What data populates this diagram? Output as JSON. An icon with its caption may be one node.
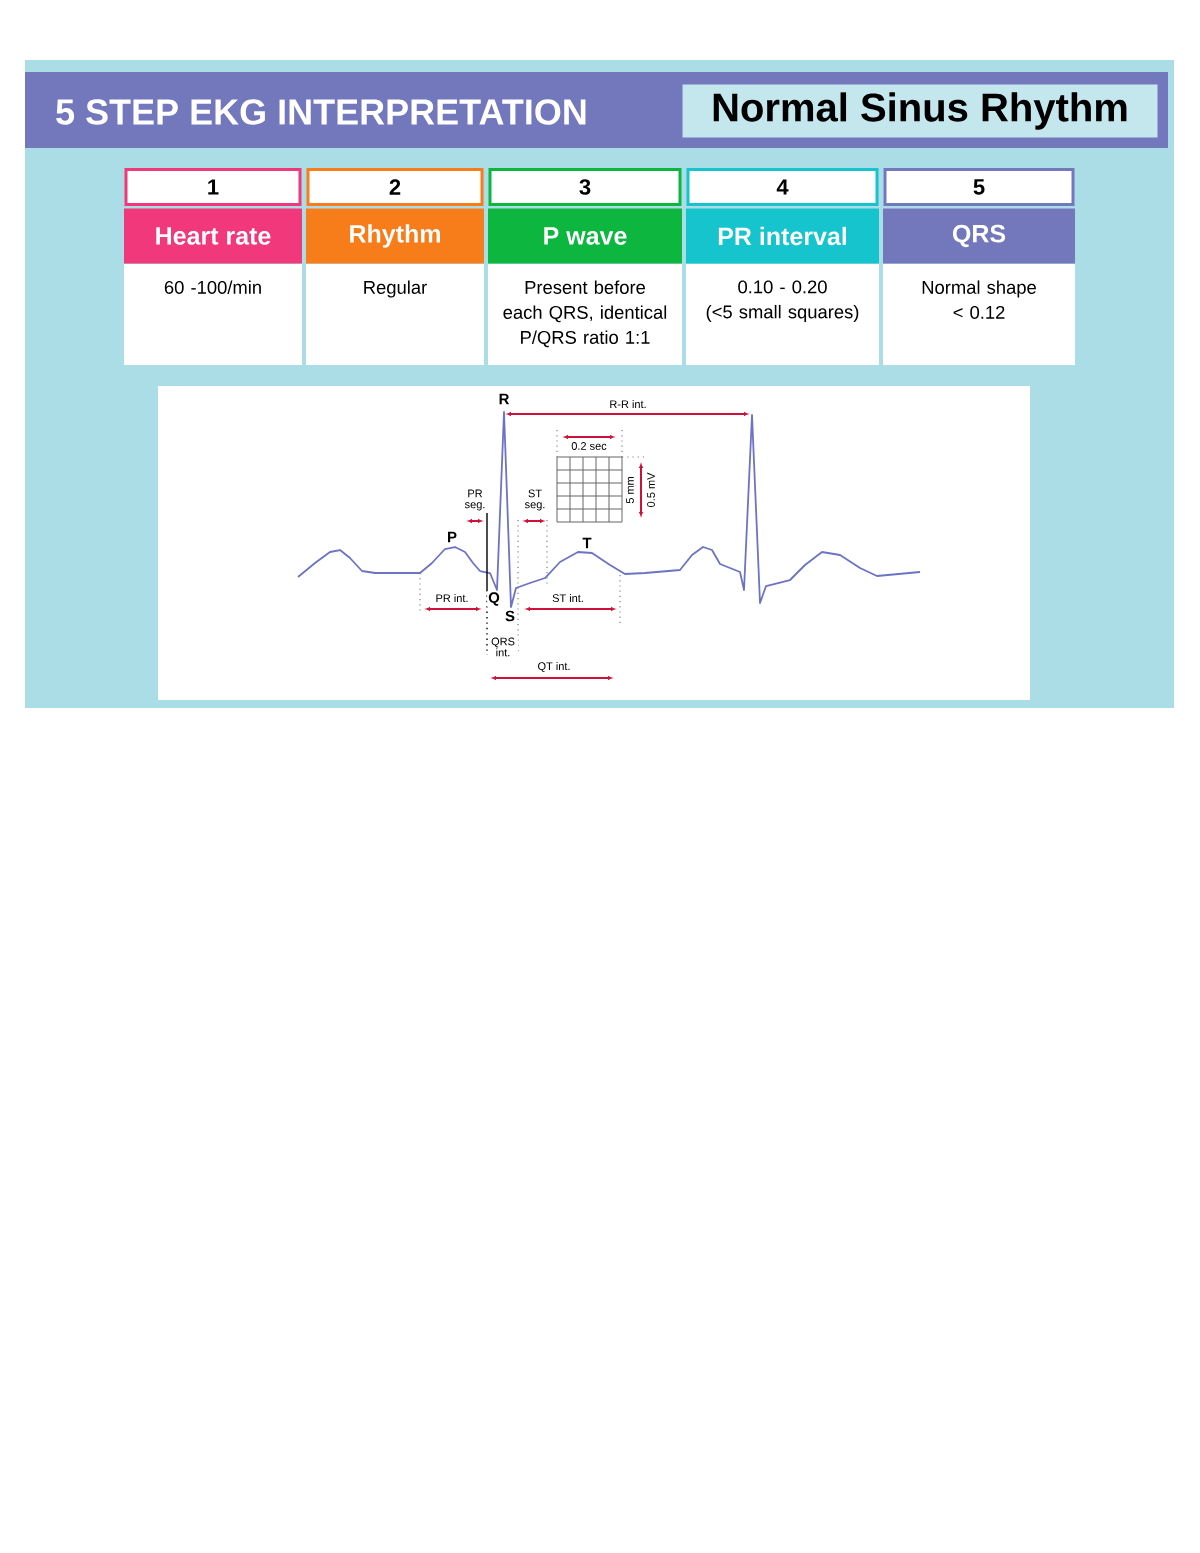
{
  "diagram": {
    "title": "5 STEP EKG INTERPRETATION",
    "nodes": [
      {
        "text": [
          "Normal Sinus Rhythm"
        ]
      },
      {
        "text": [
          "1"
        ]
      },
      {
        "text": [
          "Heart rate"
        ]
      },
      {
        "text": [
          "60 -100/min"
        ]
      },
      {
        "text": [
          "2"
        ]
      },
      {
        "text": [
          "Rhythm"
        ]
      },
      {
        "text": [
          "Regular"
        ]
      },
      {
        "text": [
          "3"
        ]
      },
      {
        "text": [
          "P wave"
        ]
      },
      {
        "text": [
          "Present before each QRS, identical P/QRS ratio 1:1"
        ]
      },
      {
        "text": [
          "4"
        ]
      },
      {
        "text": [
          "PR interval"
        ]
      },
      {
        "text": [
          "0.10 - 0.20",
          "(<5 small squares)"
        ]
      },
      {
        "text": [
          "5"
        ]
      },
      {
        "text": [
          "QRS"
        ]
      },
      {
        "text": [
          "Normal shape",
          "< 0.12"
        ]
      }
    ],
    "labels": [
      "R",
      "R-R int.",
      "0.2 sec",
      "5 mm",
      "0.5 mV",
      "PR seg.",
      "ST seg.",
      "P",
      "T",
      "PR int.",
      "Q",
      "S",
      "ST int.",
      "QRS int.",
      "QT int."
    ]
  }
}
